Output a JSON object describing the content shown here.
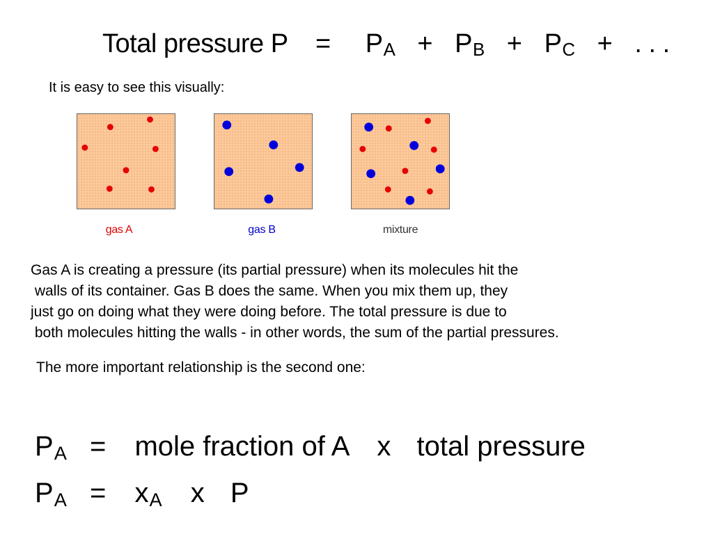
{
  "top_equation": {
    "lhs": "Total pressure P",
    "eq": "=",
    "terms": [
      {
        "base": "P",
        "sub": "A"
      },
      {
        "base": "P",
        "sub": "B"
      },
      {
        "base": "P",
        "sub": "C"
      }
    ],
    "plus": "+",
    "ellipsis": ". . ."
  },
  "intro_text": "It is easy to see this visually:",
  "panels": [
    {
      "caption": "gas A",
      "caption_color": "#dd0000"
    },
    {
      "caption": "gas B",
      "caption_color": "#0000cc"
    },
    {
      "caption": "mixture",
      "caption_color": "#333333"
    }
  ],
  "colors": {
    "gas_a": "#e60000",
    "gas_b": "#0000dd",
    "panel_fill": "#fcc99a"
  },
  "explanation_lines": [
    "Gas A is creating a pressure (its partial pressure) when its molecules hit the",
    " walls of its container. Gas B does the same. When you mix them up, they",
    "just go on doing what they were doing before. The total pressure is due to",
    " both molecules hitting the walls - in other words, the sum of the partial pressures."
  ],
  "relationship_text": "The more important relationship is the second one:",
  "formula1": {
    "base": "P",
    "sub": "A",
    "eq": "=",
    "text1": "mole fraction of A",
    "times": "x",
    "text2": "total pressure"
  },
  "formula2": {
    "base": "P",
    "sub": "A",
    "eq": "=",
    "x_base": "x",
    "x_sub": "A",
    "times": "x",
    "rhs": "P"
  }
}
